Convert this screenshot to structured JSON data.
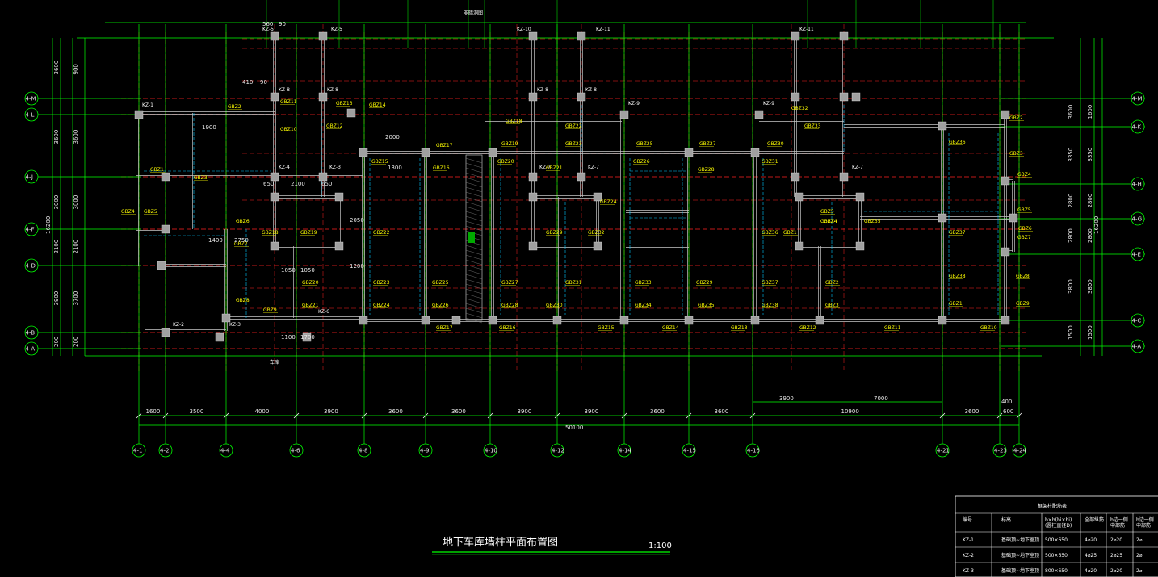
{
  "drawing": {
    "title": "地下车库墙柱平面布置图",
    "scale": "1:100",
    "top_note": "非暗洞图",
    "bottom_note": "车库",
    "left_note": "车库"
  },
  "axes_h": [
    "4-M",
    "4-L",
    "4-J",
    "4-F",
    "4-D",
    "4-B",
    "4-A"
  ],
  "axes_h_right": [
    "4-M",
    "4-K",
    "4-H",
    "4-G",
    "4-E",
    "4-C",
    "4-A"
  ],
  "axes_v": [
    "4-1",
    "4-2",
    "4-4",
    "4-6",
    "4-8",
    "4-9",
    "4-10",
    "4-12",
    "4-14",
    "4-15",
    "4-16",
    "4-21",
    "4-23",
    "4-24"
  ],
  "dims_bottom": [
    "1600",
    "3500",
    "4000",
    "3900",
    "3600",
    "3600",
    "3900",
    "3900",
    "3600",
    "3600",
    "10900",
    "3600",
    "600"
  ],
  "dim_total": "50100",
  "dims_upper_bottom": [
    "3900",
    "7000"
  ],
  "dim_upper_right": "400",
  "dims_left_outer": [
    "3600",
    "3600",
    "3000",
    "2100",
    "3900",
    "200"
  ],
  "dims_left_inner": [
    "900",
    "3600",
    "3000",
    "2100",
    "3700",
    "200"
  ],
  "dim_left_total": "16200",
  "dims_right_outer": [
    "3600",
    "3350",
    "2800",
    "2800",
    "3800",
    "1500"
  ],
  "dims_right_inner": [
    "1600",
    "3350",
    "2800",
    "2800",
    "3800",
    "1500"
  ],
  "dim_right_total": "16200",
  "column_labels": [
    "KZ-5",
    "KZ-5",
    "KZ-10",
    "KZ-11",
    "KZ-11",
    "KZ-8",
    "KZ-8",
    "KZ-8",
    "KZ-8",
    "KZ-9",
    "KZ-9",
    "KZ-1",
    "KZ-4",
    "KZ-3",
    "KZ-7",
    "KZ-7",
    "KZ-7",
    "KZ-6",
    "KZ-2",
    "KZ-3"
  ],
  "wall_labels": [
    "GBZ1",
    "GBZ2",
    "GBZ3",
    "GBZ4",
    "GBZ5",
    "GBZ6",
    "GBZ7",
    "GBZ8",
    "GBZ9",
    "GBZ10",
    "GBZ11",
    "GBZ12",
    "GBZ13",
    "GBZ14",
    "GBZ15",
    "GBZ16",
    "GBZ17",
    "GBZ18",
    "GBZ19",
    "GBZ20",
    "GBZ21",
    "GBZ22",
    "GBZ23",
    "GBZ24",
    "GBZ25",
    "GBZ26",
    "GBZ27",
    "GBZ28",
    "GBZ29",
    "GBZ30",
    "GBZ31",
    "GBZ32",
    "GBZ33",
    "GBZ34",
    "GBZ35",
    "GBZ36",
    "GBZ37",
    "GBZ38"
  ],
  "small_dims": [
    "560",
    "90",
    "410",
    "90",
    "650",
    "2100",
    "650",
    "1050",
    "1050",
    "1100",
    "1700",
    "1900",
    "2000",
    "2750",
    "2050",
    "1200",
    "1400",
    "1300"
  ],
  "table": {
    "title": "框架柱配筋表",
    "headers": [
      "编号",
      "标高",
      "b×h(bi×hi)\n(圆柱直径D)",
      "全部纵筋",
      "b边一侧\n中部筋",
      "h边一侧\n中部筋"
    ],
    "rows": [
      [
        "KZ-1",
        "基础顶~地下室顶",
        "500×650",
        "4⌀20",
        "2⌀20",
        "2⌀"
      ],
      [
        "KZ-2",
        "基础顶~地下室顶",
        "500×650",
        "4⌀25",
        "2⌀25",
        "2⌀"
      ],
      [
        "KZ-3",
        "基础顶~地下室顶",
        "800×650",
        "4⌀20",
        "2⌀20",
        "2⌀"
      ]
    ]
  },
  "colors": {
    "background": "#000000",
    "axis": "#00ff00",
    "grid_red": "#ff2020",
    "wall": "#c8c8c8",
    "column": "#a0a0a0",
    "label": "#ffff00",
    "dashed_cyan": "#00c8ff"
  }
}
